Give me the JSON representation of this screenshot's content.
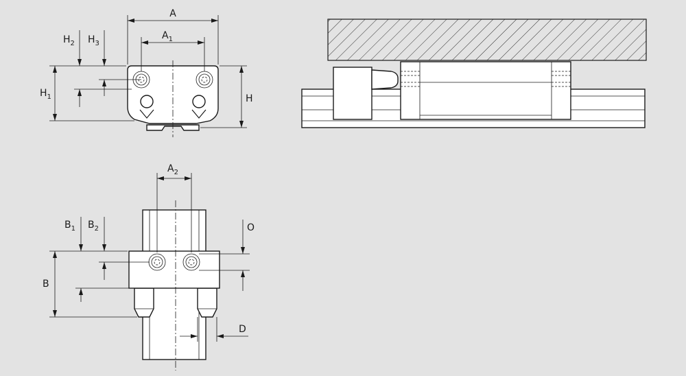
{
  "labels": {
    "A": {
      "main": "A",
      "sub": ""
    },
    "A1": {
      "main": "A",
      "sub": "1"
    },
    "A2": {
      "main": "A",
      "sub": "2"
    },
    "H": {
      "main": "H",
      "sub": ""
    },
    "H1": {
      "main": "H",
      "sub": "1"
    },
    "H2": {
      "main": "H",
      "sub": "2"
    },
    "H3": {
      "main": "H",
      "sub": "3"
    },
    "B": {
      "main": "B",
      "sub": ""
    },
    "B1": {
      "main": "B",
      "sub": "1"
    },
    "B2": {
      "main": "B",
      "sub": "2"
    },
    "O": {
      "main": "O",
      "sub": ""
    },
    "D": {
      "main": "D",
      "sub": ""
    }
  },
  "colors": {
    "background": "#e3e3e3",
    "line": "#1a1a1a",
    "part": "#ffffff"
  }
}
